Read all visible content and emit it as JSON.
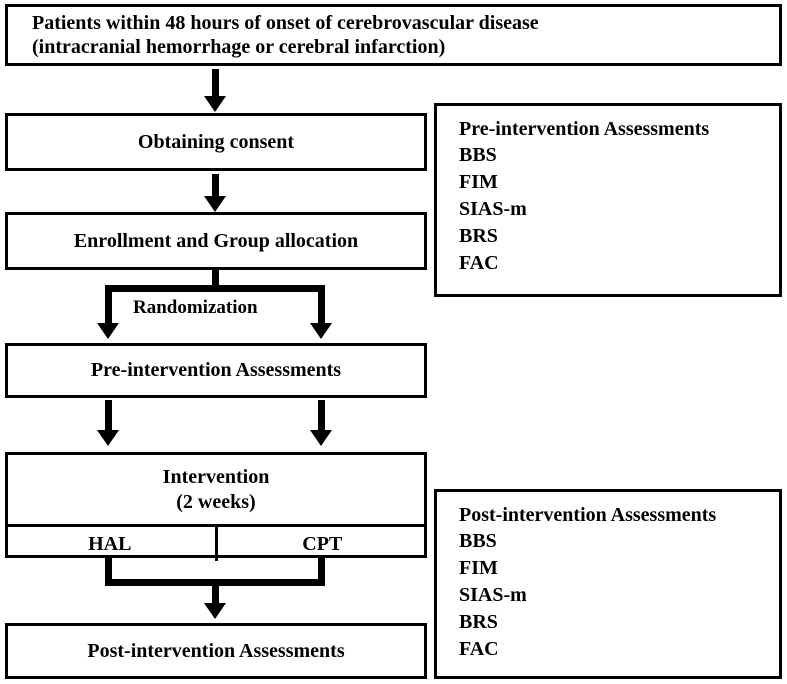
{
  "diagram": {
    "title": "CONSORT-style study flow diagram",
    "boxes": {
      "population": "Patients within 48 hours of onset of cerebrovascular disease\n(intracranial hemorrhage or cerebral infarction)",
      "consent": "Obtaining consent",
      "enrollment": "Enrollment and Group allocation",
      "randomization_label": "Randomization",
      "pre_assessments": "Pre-intervention Assessments",
      "intervention_title": "Intervention\n(2 weeks)",
      "arm_left": "HAL",
      "arm_right": "CPT",
      "post_assessments": "Post-intervention Assessments"
    },
    "pre_panel": {
      "title": "Pre-intervention Assessments",
      "items": [
        "BBS",
        "FIM",
        "SIAS-m",
        "BRS",
        "FAC"
      ]
    },
    "post_panel": {
      "title": "Post-intervention Assessments",
      "items": [
        "BBS",
        "FIM",
        "SIAS-m",
        "BRS",
        "FAC"
      ]
    },
    "colors": {
      "stroke": "#000000",
      "fill": "#ffffff",
      "text": "#000000"
    }
  }
}
